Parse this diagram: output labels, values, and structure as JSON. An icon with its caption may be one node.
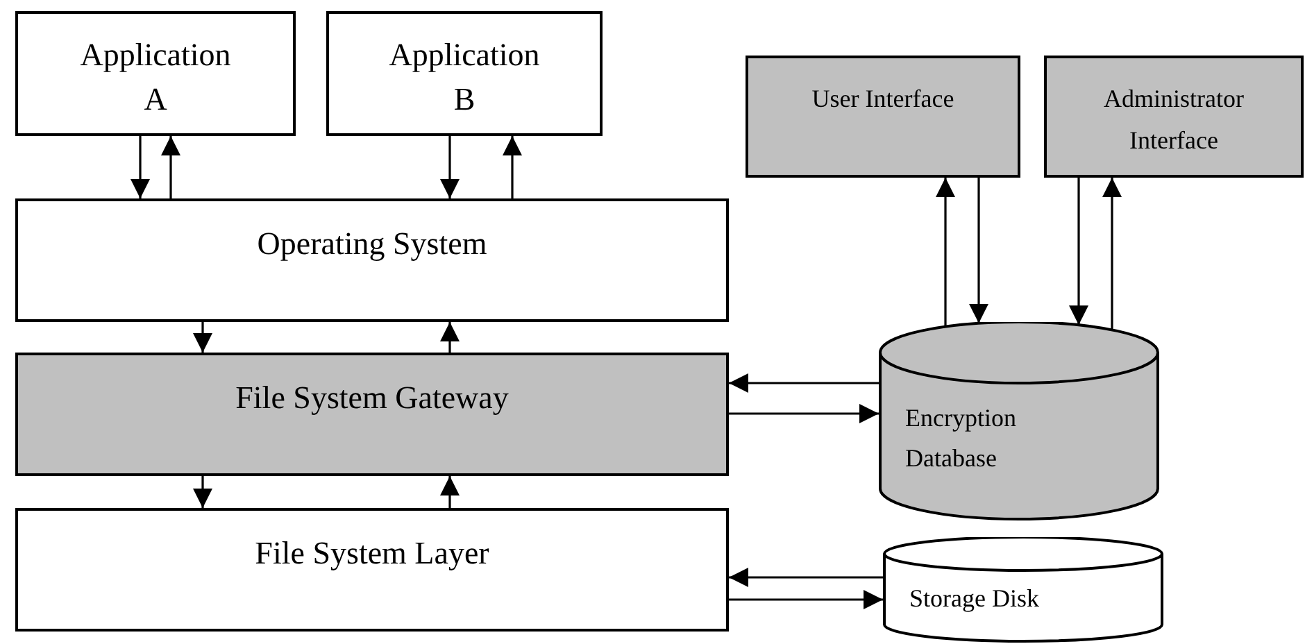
{
  "diagram": {
    "nodes": [
      {
        "text": [
          "Application A"
        ]
      },
      {
        "text": [
          "Application B"
        ]
      },
      {
        "text": [
          "Operating System"
        ]
      },
      {
        "text": [
          "File System Gateway"
        ]
      },
      {
        "text": [
          "File System Layer"
        ]
      },
      {
        "text": [
          "User Interface"
        ]
      },
      {
        "text": [
          "Administrator Interface"
        ]
      },
      {
        "text": [
          "Encryption Database"
        ]
      },
      {
        "text": [
          "Storage Disk"
        ]
      }
    ],
    "edges": [
      {
        "from": 0,
        "to": 2,
        "arrow": "to"
      },
      {
        "from": 2,
        "to": 0,
        "arrow": "to"
      },
      {
        "from": 1,
        "to": 2,
        "arrow": "to"
      },
      {
        "from": 2,
        "to": 1,
        "arrow": "to"
      },
      {
        "from": 2,
        "to": 3,
        "arrow": "to"
      },
      {
        "from": 3,
        "to": 2,
        "arrow": "to"
      },
      {
        "from": 3,
        "to": 4,
        "arrow": "to"
      },
      {
        "from": 4,
        "to": 3,
        "arrow": "to"
      },
      {
        "from": 7,
        "to": 5,
        "arrow": "to"
      },
      {
        "from": 5,
        "to": 7,
        "arrow": "to"
      },
      {
        "from": 6,
        "to": 7,
        "arrow": "to"
      },
      {
        "from": 7,
        "to": 6,
        "arrow": "to"
      },
      {
        "from": 7,
        "to": 3,
        "arrow": "to"
      },
      {
        "from": 3,
        "to": 7,
        "arrow": "to"
      },
      {
        "from": 8,
        "to": 4,
        "arrow": "to"
      },
      {
        "from": 4,
        "to": 8,
        "arrow": "to"
      }
    ]
  }
}
